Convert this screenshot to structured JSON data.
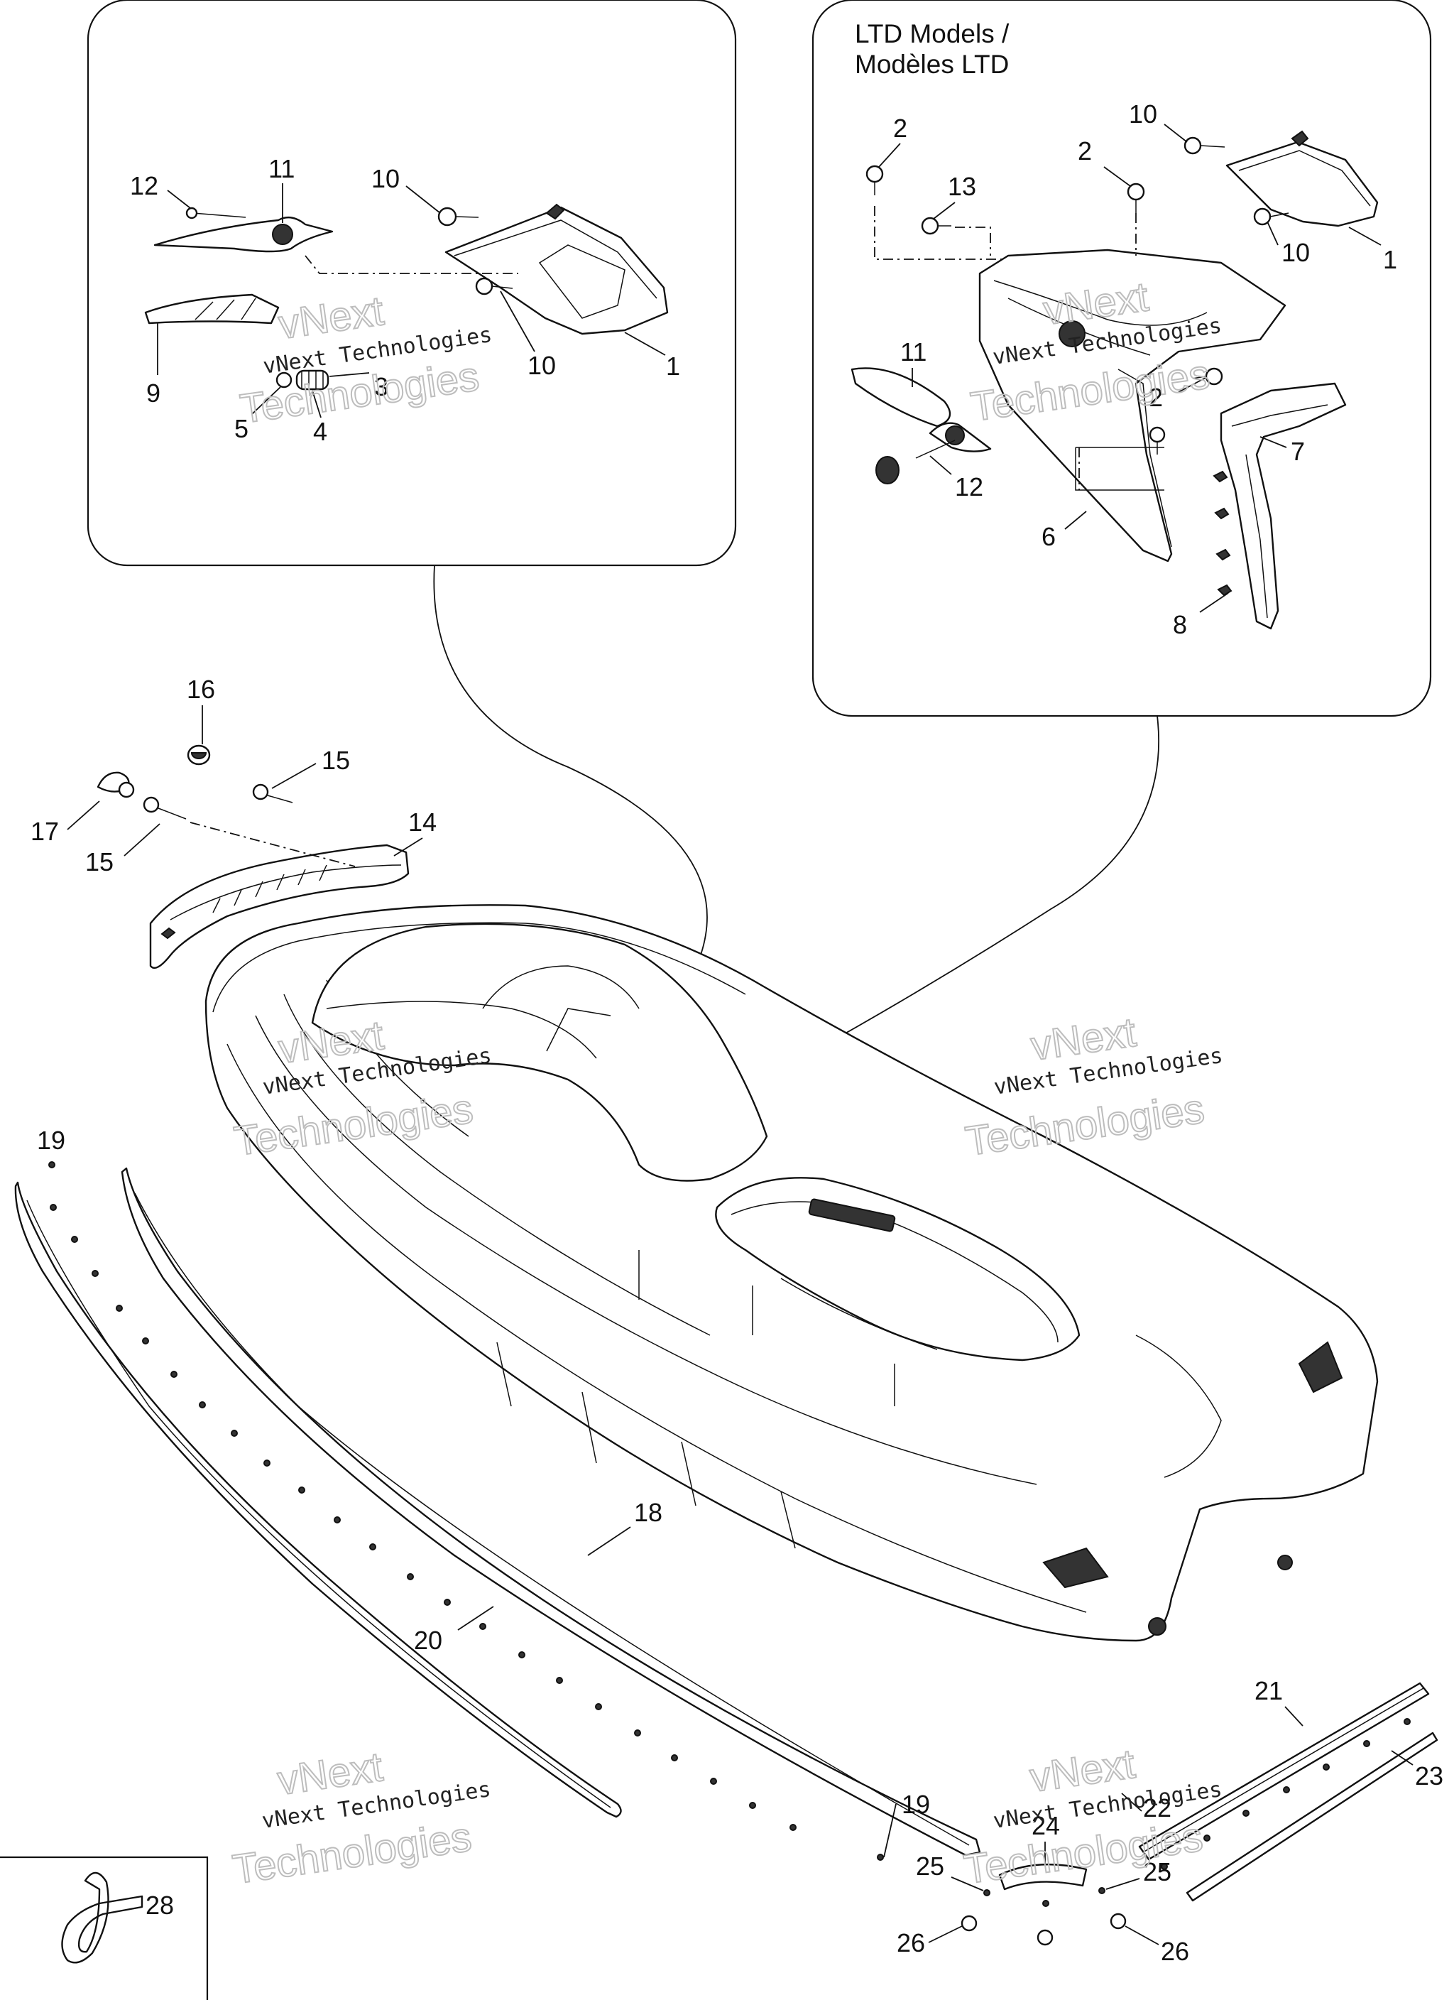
{
  "inset_right": {
    "title_line1": "LTD Models /",
    "title_line2": "Modèles LTD"
  },
  "watermark": {
    "line1": "vNext Technologies",
    "line2": "vNext",
    "line3": "Technologies"
  },
  "callouts": {
    "left": {
      "c12": "12",
      "c11": "11",
      "c10a": "10",
      "c10b": "10",
      "c1": "1",
      "c9": "9",
      "c3": "3",
      "c5": "5",
      "c4": "4"
    },
    "right": {
      "c2a": "2",
      "c2b": "2",
      "c2c": "2",
      "c13": "13",
      "c10a": "10",
      "c10b": "10",
      "c1": "1",
      "c11": "11",
      "c12": "12",
      "c7": "7",
      "c6": "6",
      "c8": "8"
    },
    "main": {
      "c16": "16",
      "c15a": "15",
      "c15b": "15",
      "c17": "17",
      "c14": "14",
      "c19a": "19",
      "c19b": "19",
      "c18": "18",
      "c20": "20",
      "c21": "21",
      "c22": "22",
      "c23": "23",
      "c24": "24",
      "c25a": "25",
      "c25b": "25",
      "c26a": "26",
      "c26b": "26",
      "c28": "28"
    }
  }
}
